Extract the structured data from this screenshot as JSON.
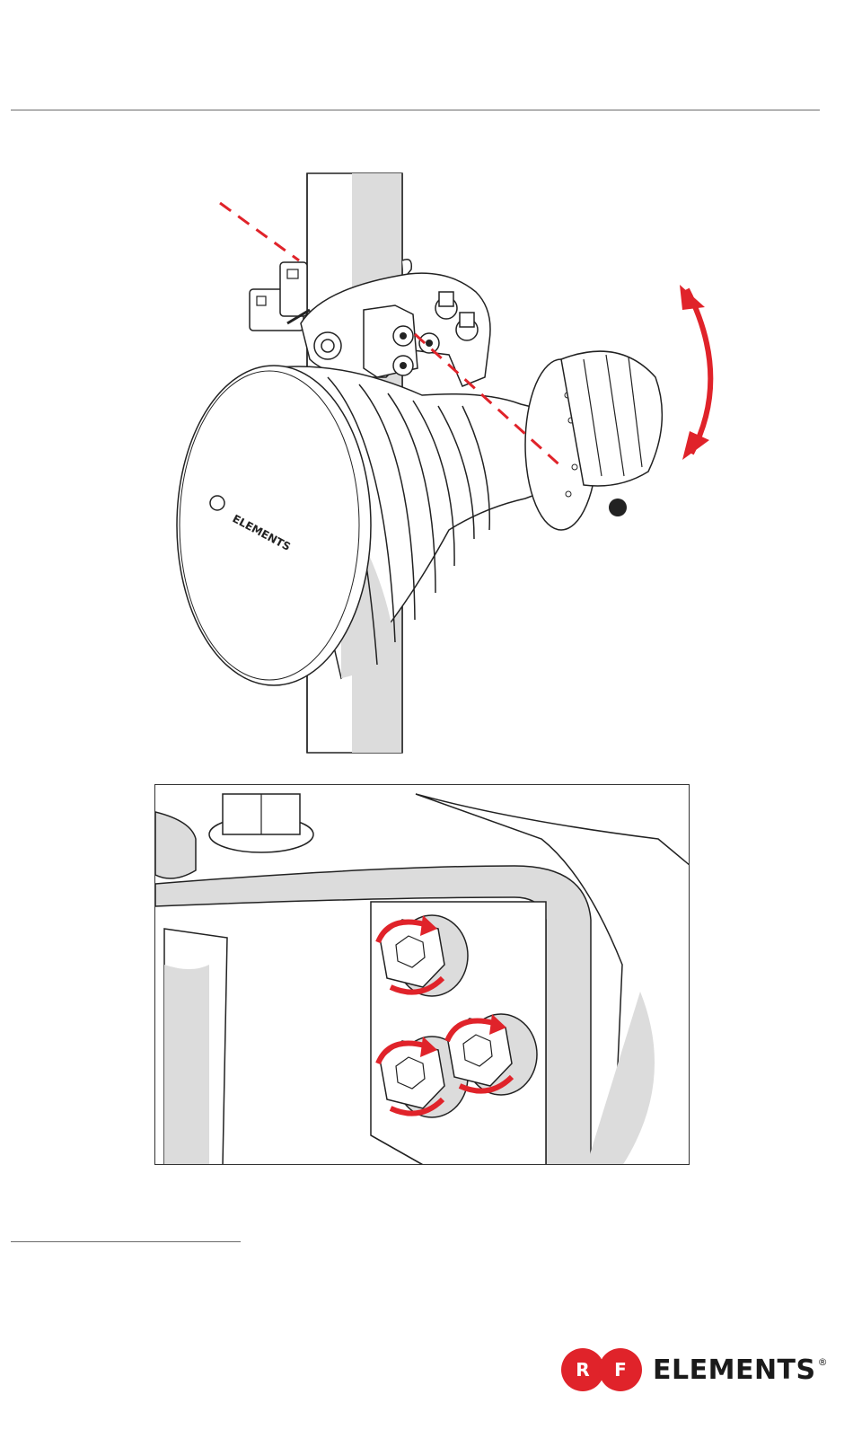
{
  "main_illustration": {
    "dish_logo_text": "ELEMENTS",
    "arrow_color": "#e0232a",
    "pole_shade": "#dcdcdc"
  },
  "detail_illustration": {
    "arrow_color": "#e0232a"
  },
  "brand": {
    "mark_left": "R",
    "mark_right": "F",
    "wordmark": "ELEMENTS",
    "registered": "®",
    "color": "#e0232a"
  }
}
